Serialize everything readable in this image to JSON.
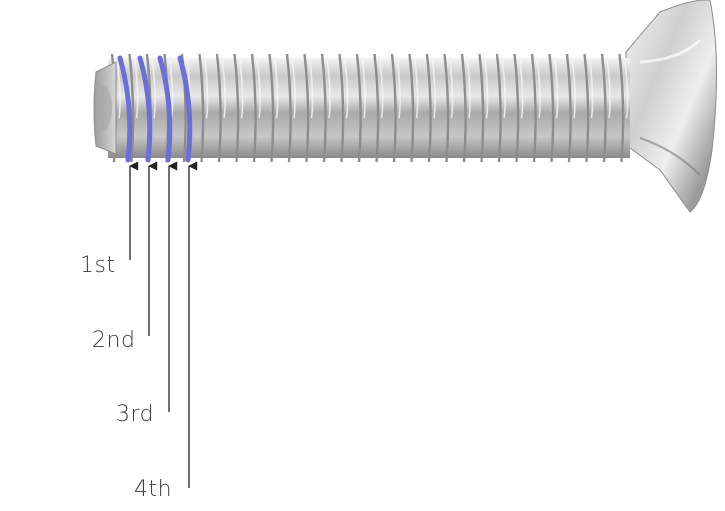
{
  "figure": {
    "subject": "countersunk-machine-screw",
    "colors": {
      "background": "#ffffff",
      "thread_highlight": "#6c6fd6",
      "steel_light": "#e6e6e6",
      "steel_mid": "#b4b4b4",
      "steel_dark": "#7a7a7a",
      "arrow": "#222222",
      "label_text": "#3a3a3a"
    }
  },
  "thread_labels": [
    "1st",
    "2nd",
    "3rd",
    "4th"
  ]
}
